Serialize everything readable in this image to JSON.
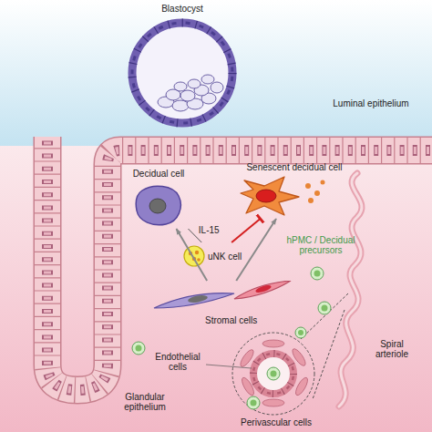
{
  "diagram": {
    "nodes": [
      {
        "text": [
          "Decidual cell"
        ]
      },
      {
        "text": [
          "uNK cell"
        ]
      },
      {
        "text": [
          "Senescent decidual cell"
        ]
      },
      {
        "text": [
          "Stromal cells"
        ]
      }
    ],
    "edges": [
      {
        "from": 3,
        "to": 0,
        "arrow": "to"
      },
      {
        "from": 3,
        "to": 2,
        "arrow": "to"
      },
      {
        "from": 1,
        "to": 2,
        "arrow": "to"
      },
      {
        "from": 0,
        "to": 1,
        "label": "IL-15",
        "arrow": "none"
      }
    ],
    "labels": [
      "Blastocyst",
      "Luminal epithelium",
      "hPMC / Decidual precursors",
      "Endothelial cells",
      "Perivascular cells",
      "Spiral arteriole",
      "Glandular epithelium"
    ]
  }
}
